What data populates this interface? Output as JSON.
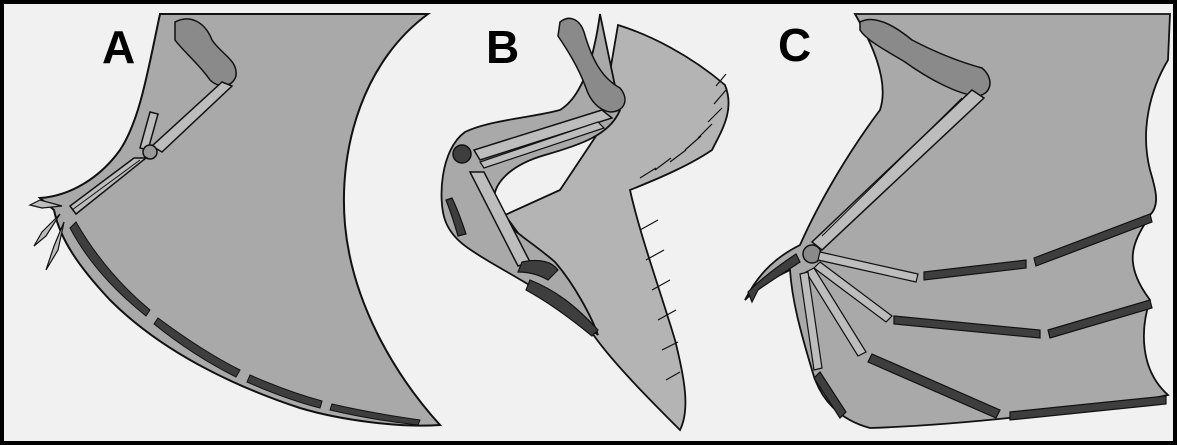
{
  "panels": [
    {
      "id": "A",
      "label": "A"
    },
    {
      "id": "B",
      "label": "B"
    },
    {
      "id": "C",
      "label": "C"
    }
  ],
  "colors": {
    "background": "#f1f1f1",
    "membrane": "#a9a9a9",
    "bone_light": "#b9b9b9",
    "bone_mid": "#8a8a8a",
    "bone_dark": "#3e3e3e",
    "feather": "#b4b4b4",
    "outline": "#111111",
    "frame": "#000000"
  }
}
